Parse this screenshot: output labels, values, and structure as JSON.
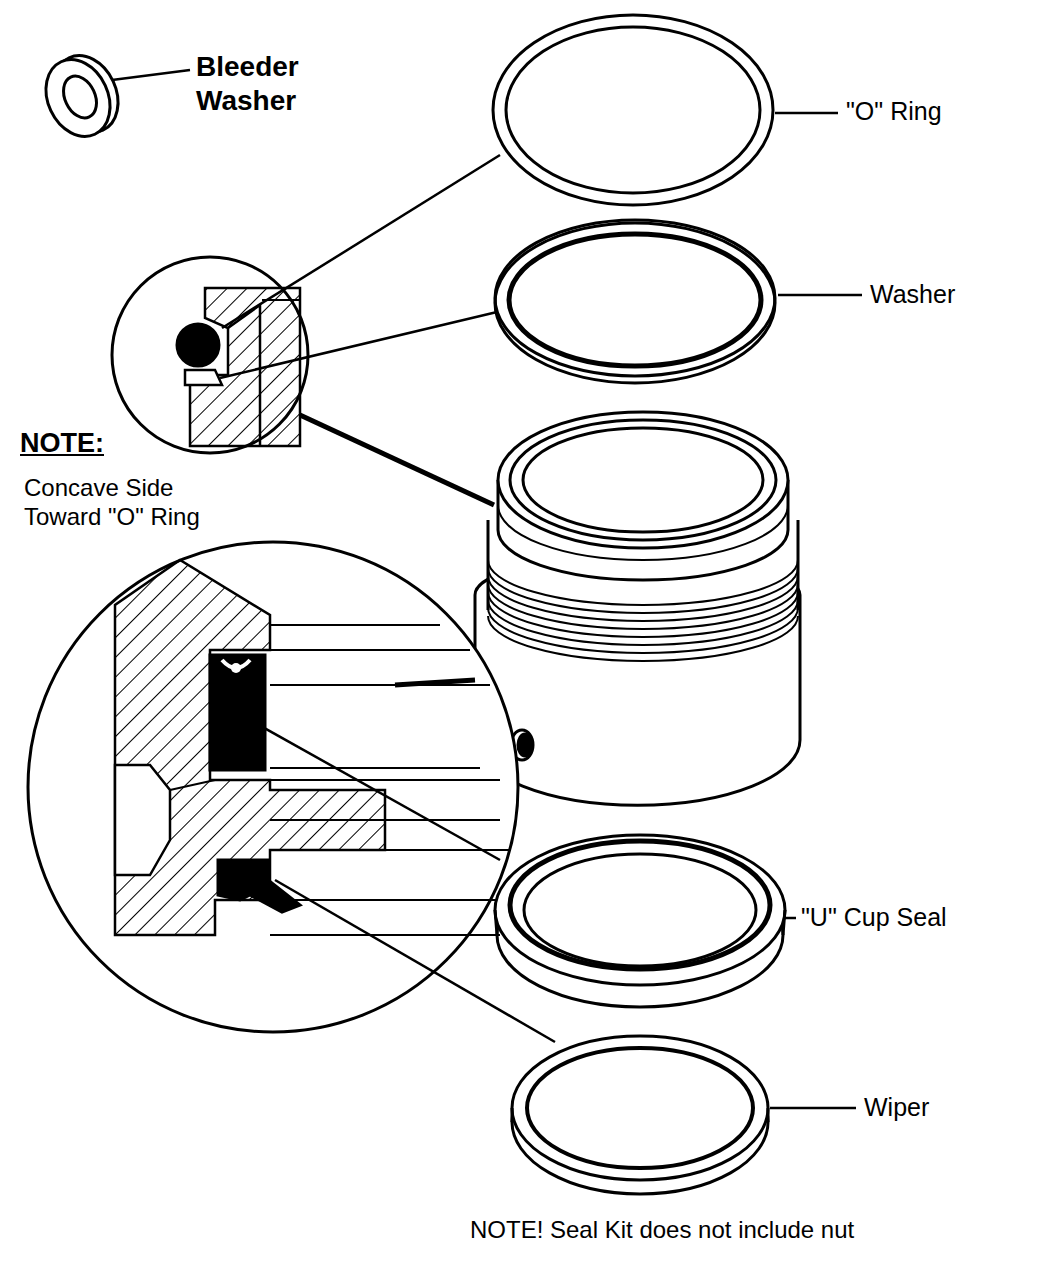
{
  "diagram": {
    "labels": [
      "Bleeder Washer",
      "\"O\" Ring",
      "Washer",
      "NOTE:",
      "Concave Side Toward \"O\" Ring",
      "\"U\" Cup Seal",
      "Wiper",
      "NOTE! Seal Kit does not include nut"
    ]
  }
}
